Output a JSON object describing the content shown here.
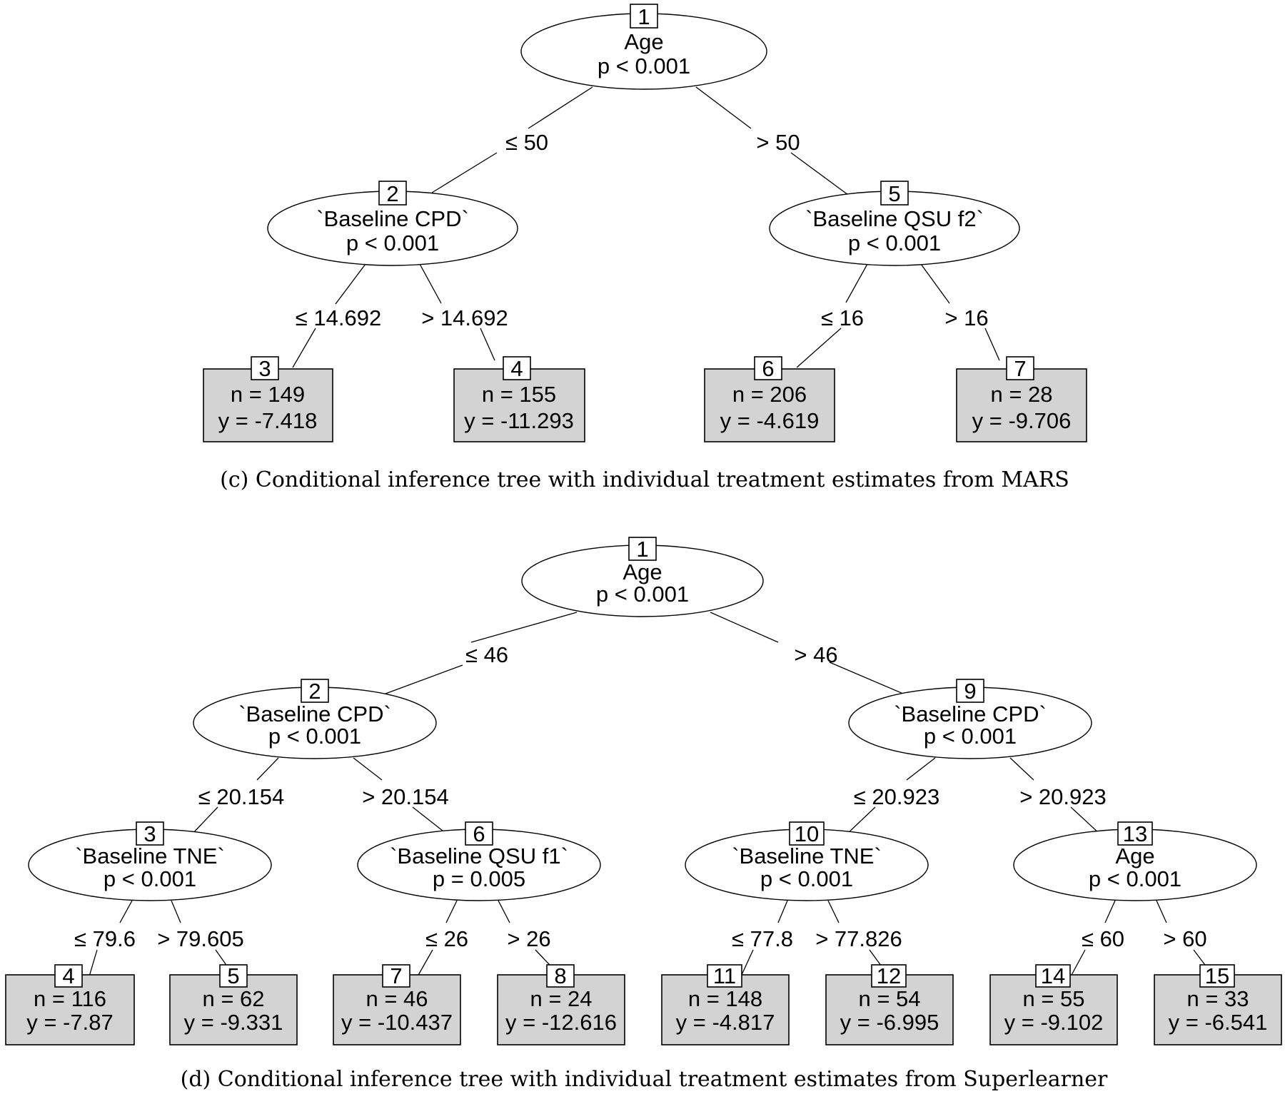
{
  "trees": [
    {
      "caption": "(c) Conditional inference tree with individual treatment estimates from MARS",
      "nodes": [
        {
          "id": "1",
          "var": "Age",
          "p": "p < 0.001"
        },
        {
          "id": "2",
          "var": "`Baseline CPD`",
          "p": "p < 0.001"
        },
        {
          "id": "5",
          "var": "`Baseline QSU f2`",
          "p": "p < 0.001"
        }
      ],
      "leaves": [
        {
          "id": "3",
          "n": "n = 149",
          "y": "y = -7.418"
        },
        {
          "id": "4",
          "n": "n = 155",
          "y": "y = -11.293"
        },
        {
          "id": "6",
          "n": "n = 206",
          "y": "y = -4.619"
        },
        {
          "id": "7",
          "n": "n = 28",
          "y": "y = -9.706"
        }
      ],
      "edge_labels": [
        "≤ 50",
        "> 50",
        "≤ 14.692",
        "> 14.692",
        "≤ 16",
        "> 16"
      ]
    },
    {
      "caption": "(d) Conditional inference tree with individual treatment estimates from Superlearner",
      "nodes": [
        {
          "id": "1",
          "var": "Age",
          "p": "p < 0.001"
        },
        {
          "id": "2",
          "var": "`Baseline CPD`",
          "p": "p < 0.001"
        },
        {
          "id": "9",
          "var": "`Baseline CPD`",
          "p": "p < 0.001"
        },
        {
          "id": "3",
          "var": "`Baseline TNE`",
          "p": "p < 0.001"
        },
        {
          "id": "6",
          "var": "`Baseline QSU f1`",
          "p": "p = 0.005"
        },
        {
          "id": "10",
          "var": "`Baseline TNE`",
          "p": "p < 0.001"
        },
        {
          "id": "13",
          "var": "Age",
          "p": "p < 0.001"
        }
      ],
      "leaves": [
        {
          "id": "4",
          "n": "n = 116",
          "y": "y = -7.87"
        },
        {
          "id": "5",
          "n": "n = 62",
          "y": "y = -9.331"
        },
        {
          "id": "7",
          "n": "n = 46",
          "y": "y = -10.437"
        },
        {
          "id": "8",
          "n": "n = 24",
          "y": "y = -12.616"
        },
        {
          "id": "11",
          "n": "n = 148",
          "y": "y = -4.817"
        },
        {
          "id": "12",
          "n": "n = 54",
          "y": "y = -6.995"
        },
        {
          "id": "14",
          "n": "n = 55",
          "y": "y = -9.102"
        },
        {
          "id": "15",
          "n": "n = 33",
          "y": "y = -6.541"
        }
      ],
      "edge_labels": [
        "≤ 46",
        "> 46",
        "≤ 20.154",
        "> 20.154",
        "≤ 20.923",
        "> 20.923",
        "≤ 79.6",
        "> 79.605",
        "≤ 26",
        "> 26",
        "≤ 77.8",
        "> 77.826",
        "≤ 60",
        "> 60"
      ]
    }
  ]
}
